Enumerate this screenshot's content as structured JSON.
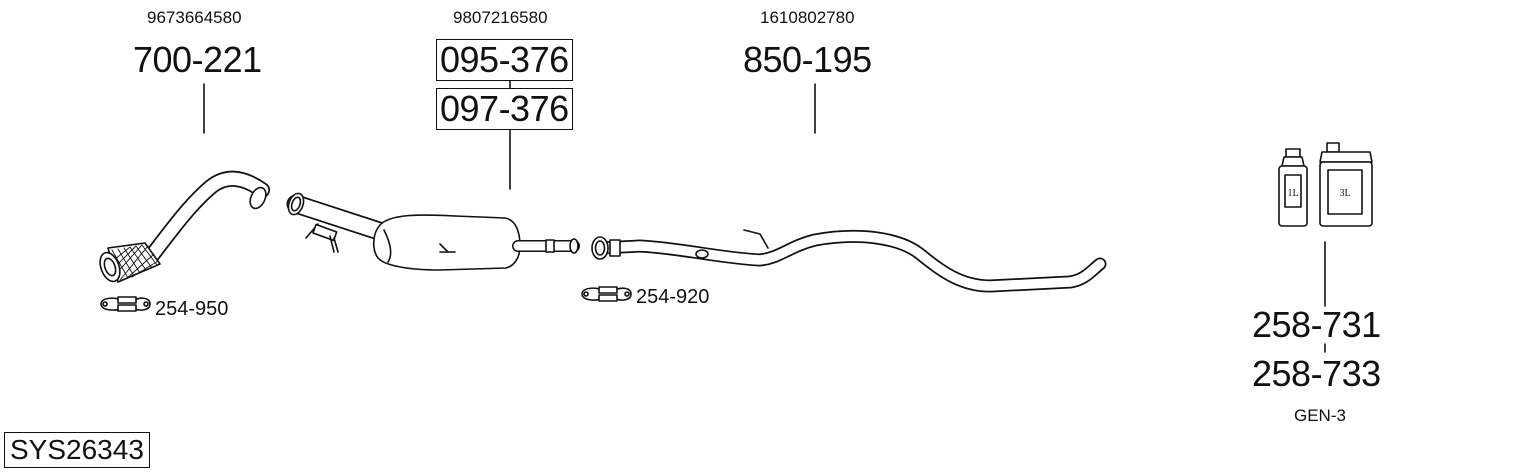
{
  "parts": {
    "front_pipe": {
      "oem": "9673664580",
      "number": "700-221"
    },
    "catalyst": {
      "oem": "9807216580",
      "number_a": "095-376",
      "number_b": "097-376"
    },
    "rear_pipe": {
      "oem": "1610802780",
      "number": "850-195"
    },
    "clamp_front": {
      "number": "254-950"
    },
    "clamp_mid": {
      "number": "254-920"
    },
    "fluid": {
      "number_a": "258-731",
      "number_b": "258-733",
      "variant": "GEN-3",
      "bottle_small_label": "1L",
      "bottle_large_label": "3L"
    }
  },
  "system_id": "SYS26343",
  "colors": {
    "ink": "#111111",
    "fill": "#ffffff"
  }
}
